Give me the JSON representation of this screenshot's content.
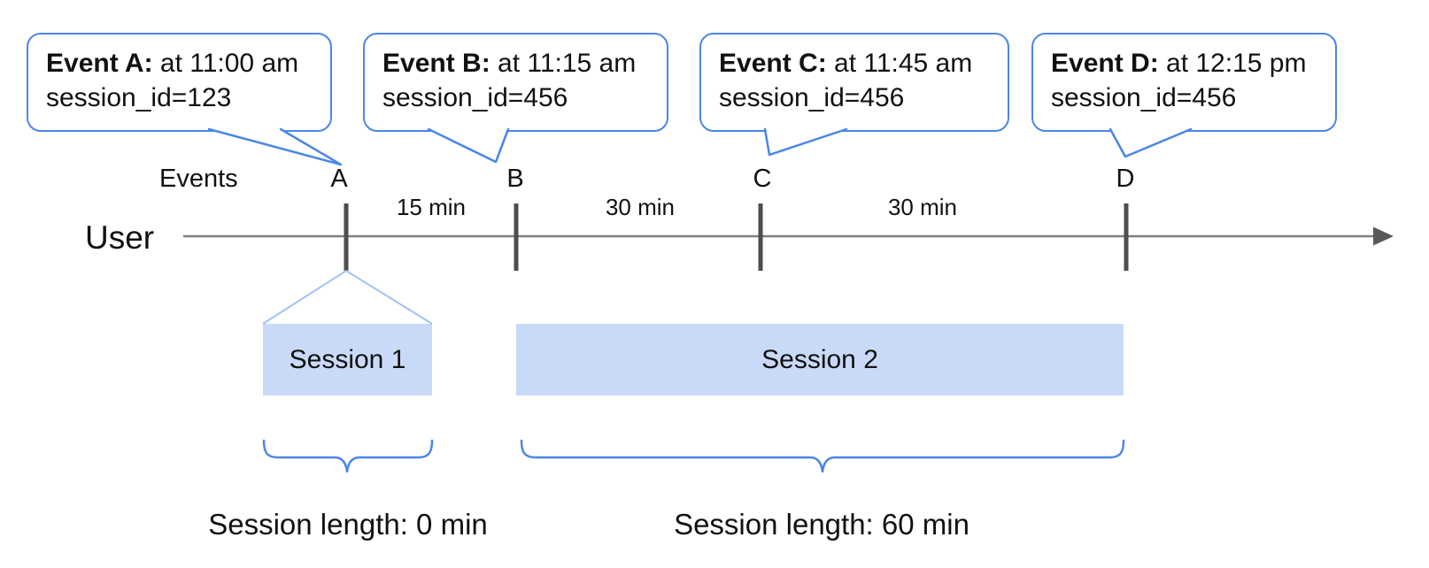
{
  "colors": {
    "bubble_border": "#4a86e8",
    "tail": "#4a86e8",
    "brace": "#4a86e8",
    "funnel": "#a4c2f4",
    "session_fill": "#c9daf8",
    "timeline": "#7f7f7f",
    "tick": "#4d4d4d",
    "arrow": "#595959",
    "text": "#111111"
  },
  "bubbles": [
    {
      "bold": "Event A:",
      "time": " at 11:00 am",
      "session": "session_id=123"
    },
    {
      "bold": "Event B:",
      "time": " at 11:15 am",
      "session": "session_id=456"
    },
    {
      "bold": "Event C:",
      "time": " at 11:45 am",
      "session": "session_id=456"
    },
    {
      "bold": "Event D:",
      "time": " at 12:15 pm",
      "session": "session_id=456"
    }
  ],
  "timeline": {
    "events_label": "Events",
    "user_label": "User",
    "events": [
      {
        "letter": "A"
      },
      {
        "letter": "B"
      },
      {
        "letter": "C"
      },
      {
        "letter": "D"
      }
    ],
    "intervals": [
      {
        "label": "15 min"
      },
      {
        "label": "30 min"
      },
      {
        "label": "30 min"
      }
    ]
  },
  "sessions": [
    {
      "label": "Session 1",
      "length_label": "Session length: 0 min"
    },
    {
      "label": "Session 2",
      "length_label": "Session length: 60 min"
    }
  ]
}
